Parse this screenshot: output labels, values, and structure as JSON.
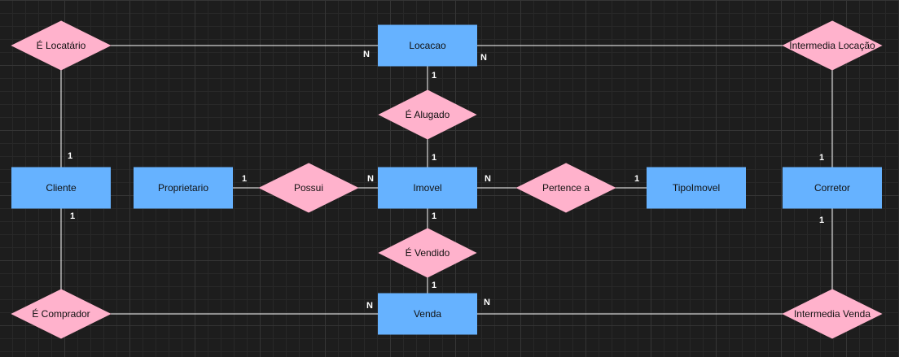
{
  "diagram": {
    "colors": {
      "background": "#1d1d1d",
      "entity_fill": "#66b2ff",
      "relationship_fill": "#ffb2cc",
      "edge": "#ffffff",
      "cardinality_text": "#ffffff",
      "label_text": "#111111"
    },
    "entities": [
      {
        "id": "locacao",
        "label": "Locacao"
      },
      {
        "id": "cliente",
        "label": "Cliente"
      },
      {
        "id": "proprietario",
        "label": "Proprietario"
      },
      {
        "id": "imovel",
        "label": "Imovel"
      },
      {
        "id": "tipoimovel",
        "label": "TipoImovel"
      },
      {
        "id": "corretor",
        "label": "Corretor"
      },
      {
        "id": "venda",
        "label": "Venda"
      }
    ],
    "relationships": [
      {
        "id": "e_locatario",
        "label": "É Locatário"
      },
      {
        "id": "intermedia_locacao",
        "label": "Intermedia Locação"
      },
      {
        "id": "e_alugado",
        "label": "É Alugado"
      },
      {
        "id": "possui",
        "label": "Possui"
      },
      {
        "id": "pertence_a",
        "label": "Pertence a"
      },
      {
        "id": "e_vendido",
        "label": "É Vendido"
      },
      {
        "id": "e_comprador",
        "label": "É Comprador"
      },
      {
        "id": "intermedia_venda",
        "label": "Intermedia Venda"
      }
    ],
    "connections": [
      {
        "from": "e_locatario",
        "to": "locacao",
        "cardinality": "N"
      },
      {
        "from": "e_locatario",
        "to": "cliente",
        "cardinality": "1"
      },
      {
        "from": "intermedia_locacao",
        "to": "locacao",
        "cardinality": "N"
      },
      {
        "from": "intermedia_locacao",
        "to": "corretor",
        "cardinality": "1"
      },
      {
        "from": "e_alugado",
        "to": "locacao",
        "cardinality": "1"
      },
      {
        "from": "e_alugado",
        "to": "imovel",
        "cardinality": "1"
      },
      {
        "from": "possui",
        "to": "proprietario",
        "cardinality": "1"
      },
      {
        "from": "possui",
        "to": "imovel",
        "cardinality": "N"
      },
      {
        "from": "pertence_a",
        "to": "imovel",
        "cardinality": "N"
      },
      {
        "from": "pertence_a",
        "to": "tipoimovel",
        "cardinality": "1"
      },
      {
        "from": "e_vendido",
        "to": "imovel",
        "cardinality": "1"
      },
      {
        "from": "e_vendido",
        "to": "venda",
        "cardinality": "1"
      },
      {
        "from": "e_comprador",
        "to": "cliente",
        "cardinality": "1"
      },
      {
        "from": "e_comprador",
        "to": "venda",
        "cardinality": "N"
      },
      {
        "from": "intermedia_venda",
        "to": "venda",
        "cardinality": "N"
      },
      {
        "from": "intermedia_venda",
        "to": "corretor",
        "cardinality": "1"
      }
    ]
  }
}
